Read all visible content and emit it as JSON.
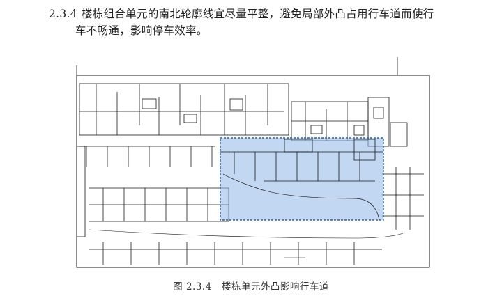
{
  "paragraph": {
    "number": "2.3.4",
    "line1": "楼栋组合单元的南北轮廓线宜尽量平整，避免局部外凸占用行车道而使行",
    "line2": "车不畅通，影响停车效率。"
  },
  "figure": {
    "caption_number": "图 2.3.4",
    "caption_text": "楼栋单元外凸影响行车道",
    "highlight_color": "#8fb6e6"
  }
}
